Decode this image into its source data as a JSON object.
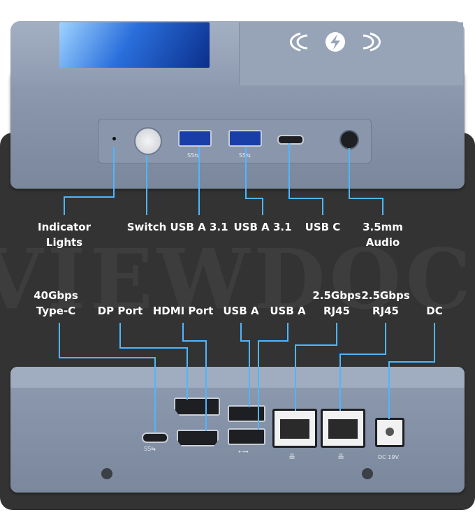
{
  "watermark": "VIEWDOC",
  "colors": {
    "line": "#4fb6ff",
    "panel": "#333333",
    "device": "#8996ab"
  },
  "front_labels": [
    {
      "line1": "Indicator",
      "line2": "Lights"
    },
    {
      "line1": "Switch"
    },
    {
      "line1": "USB A 3.1"
    },
    {
      "line1": "USB A 3.1"
    },
    {
      "line1": "USB C"
    },
    {
      "line1": "3.5mm",
      "line2": "Audio"
    }
  ],
  "rear_labels": [
    {
      "line1": "40Gbps",
      "line2": "Type-C"
    },
    {
      "line2": "DP Port"
    },
    {
      "line2": "HDMI Port"
    },
    {
      "line2": "USB A"
    },
    {
      "line2": "USB A"
    },
    {
      "line1": "2.5Gbps",
      "line2": "RJ45"
    },
    {
      "line1": "2.5Gbps",
      "line2": "RJ45"
    },
    {
      "line2": "DC"
    }
  ],
  "port_marks": {
    "ss_usb": "SS⇆",
    "usb": "⇠⊶",
    "dc": "DC 19V",
    "network": "品"
  }
}
